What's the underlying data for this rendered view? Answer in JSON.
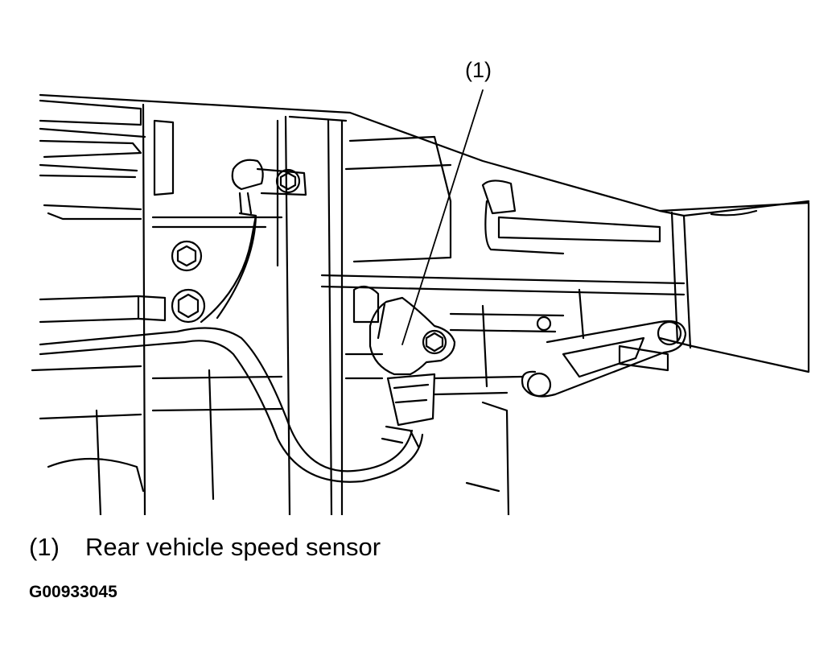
{
  "callout": {
    "number": "(1)"
  },
  "legend": {
    "items": [
      {
        "number": "(1)",
        "label": "Rear vehicle speed sensor"
      }
    ]
  },
  "figure_id": "G00933045"
}
